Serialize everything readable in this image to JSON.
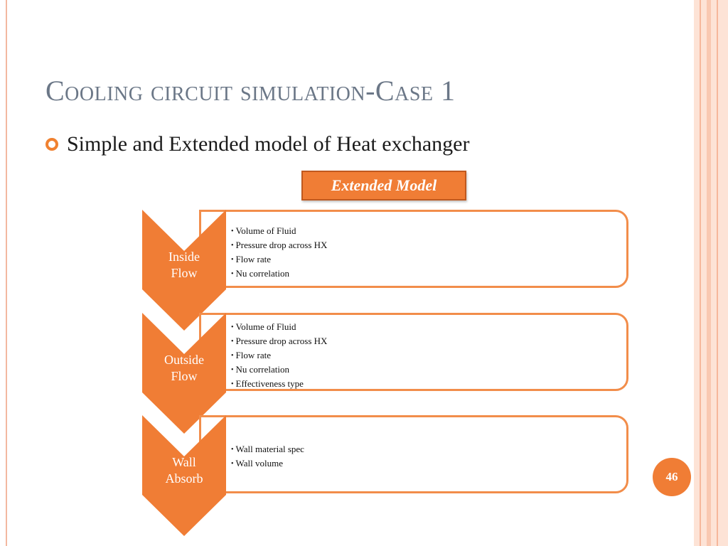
{
  "slide": {
    "title": "Cooling circuit simulation-Case 1",
    "bullet": "Simple and Extended model of Heat exchanger",
    "model_label": "Extended Model",
    "page_number": "46"
  },
  "rows": [
    {
      "label_line1": "Inside",
      "label_line2": "Flow",
      "details": [
        "Volume of Fluid",
        "Pressure drop across HX",
        "Flow rate",
        "Nu correlation"
      ]
    },
    {
      "label_line1": "Outside",
      "label_line2": "Flow",
      "details": [
        "Volume of Fluid",
        "Pressure drop across HX",
        "Flow rate",
        "Nu correlation",
        "Effectiveness type"
      ]
    },
    {
      "label_line1": "Wall",
      "label_line2": "Absorb",
      "details": [
        "Wall material spec",
        "Wall volume"
      ]
    }
  ],
  "colors": {
    "accent": "#f07d35",
    "box_border": "#f28d4a",
    "title": "#6b7787",
    "band": "#fde3d6"
  }
}
